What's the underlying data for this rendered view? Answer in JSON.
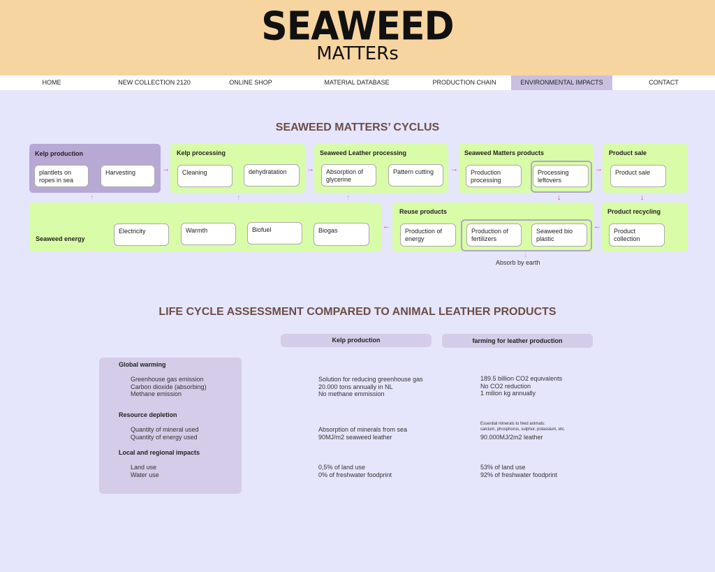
{
  "logo": {
    "main": "SEAWEED",
    "sub": "MATTERs"
  },
  "nav": [
    "HOME",
    "NEW COLLECTION 2120",
    "ONLINE SHOP",
    "MATERIAL DATABASE",
    "PRODUCTION CHAIN",
    "ENVIRONMENTAL IMPACTS",
    "CONTACT"
  ],
  "nav_active": "ENVIRONMENTAL IMPACTS",
  "cyclus": {
    "title": "SEAWEED MATTERS’ CYCLUS",
    "panels": {
      "kelp_production": {
        "label": "Kelp production",
        "cards": [
          "plantlets on ropes in sea",
          "Harvesting"
        ]
      },
      "kelp_processing": {
        "label": "Kelp processing",
        "cards": [
          "Cleaning",
          "dehydratation"
        ]
      },
      "leather_processing": {
        "label": "Seaweed Leather processing",
        "cards": [
          "Absorption of glycerine",
          "Pattern cutting"
        ]
      },
      "products": {
        "label": "Seaweed Matters products",
        "cards": [
          "Production processing",
          "Processing leftovers"
        ]
      },
      "product_sale": {
        "label": "Product sale",
        "cards": [
          "Product sale"
        ]
      },
      "seaweed_energy": {
        "label": "Seaweed energy",
        "cards": [
          "Electricity",
          "Warmth",
          "Biofuel",
          "Biogas"
        ]
      },
      "reuse_products": {
        "label": "Reuse products",
        "cards": [
          "Production of energy",
          "Production of fertilizers",
          "Seaweed bio plastic"
        ]
      },
      "product_recycling": {
        "label": "Product recycling",
        "cards": [
          "Product collection"
        ]
      }
    },
    "absorb_note": "Absorb by earth"
  },
  "lca": {
    "title": "LIFE CYCLE ASSESSMENT COMPARED TO ANIMAL LEATHER PRODUCTS",
    "col1": "Kelp production",
    "col2": "farming for leather production",
    "sections": [
      {
        "category": "Global warming",
        "items": [
          "Greenhouse gas emission",
          "Carbon dioxide (absorbing)",
          "Methane  emission"
        ],
        "kelp": [
          "Solution for reducing greenhouse gas",
          "20.000 tons annually in NL",
          "No methane  emmission"
        ],
        "leather": [
          "189.5 billion CO2 equivalents",
          "No CO2 reduction",
          "1 milion kg annually"
        ]
      },
      {
        "category": "Resource depletion",
        "items": [
          "Quantity of mineral used",
          "Quantity of energy used"
        ],
        "kelp": [
          "Absorption of minerals from sea",
          "90MJ/m2 seaweed leather"
        ],
        "leather_note": [
          "Essential minerals to feed animals:",
          "calcium, phosphorus, sulphur, potassium, etc."
        ],
        "leather": [
          "90.000MJ/2m2 leather"
        ]
      },
      {
        "category": "Local and regional impacts",
        "items": [
          "Land use",
          "Water use"
        ],
        "kelp": [
          "0,5% of land use",
          "0% of freshwater foodprint"
        ],
        "leather": [
          "53% of land use",
          "92% of freshwater foodprint"
        ]
      }
    ]
  },
  "colors": {
    "header": "#f7d5a0",
    "background": "#e5e5fb",
    "panel_green": "#d9fca8",
    "panel_purple": "#b8a8d4",
    "title": "#6b4e45",
    "arrow": "#e0406a",
    "nav_active": "#c9c0e0"
  }
}
